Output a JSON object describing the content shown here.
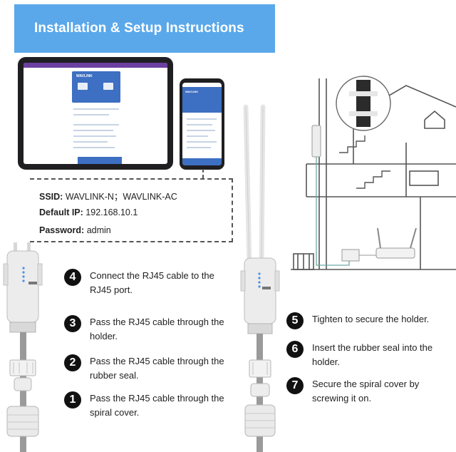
{
  "banner": {
    "title": "Installation & Setup Instructions",
    "color": "#5aa8ea"
  },
  "credentials": {
    "ssid_label": "SSID:",
    "ssid_value": "WAVLINK-N；WAVLINK-AC",
    "ip_label": "Default IP:",
    "ip_value": "192.168.10.1",
    "password_label": "Password:",
    "password_value": "admin"
  },
  "device": {
    "brand": "WAVLINK"
  },
  "steps": [
    {
      "num": "4",
      "text": "Connect the RJ45 cable to the RJ45 port."
    },
    {
      "num": "3",
      "text": "Pass the RJ45 cable through the holder."
    },
    {
      "num": "2",
      "text": "Pass the RJ45 cable through the rubber seal."
    },
    {
      "num": "1",
      "text": "Pass the RJ45 cable through the spiral cover."
    },
    {
      "num": "5",
      "text": "Tighten to secure the holder."
    },
    {
      "num": "6",
      "text": "Insert the rubber seal into the holder."
    },
    {
      "num": "7",
      "text": "Secure the spiral cover by screwing it on."
    }
  ],
  "icons": [
    "tablet-icon",
    "phone-icon",
    "router-icon",
    "house-icon",
    "cable-icon"
  ]
}
